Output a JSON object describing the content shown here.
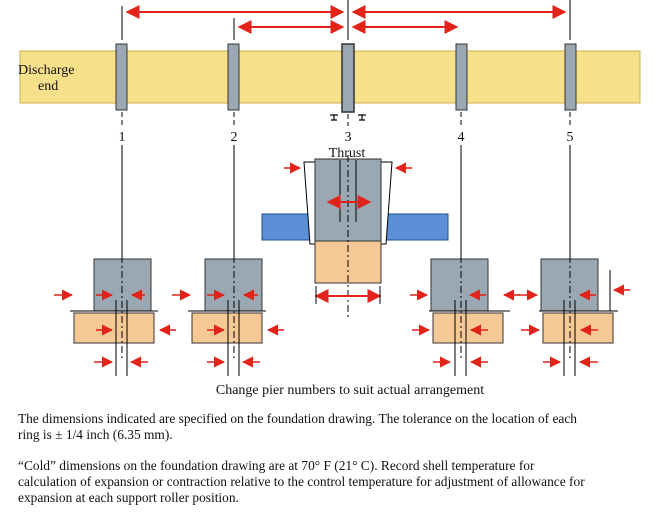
{
  "diagram": {
    "kiln_label_line1": "Discharge",
    "kiln_label_line2": "end",
    "thrust_label": "Thrust",
    "pier_numbers": [
      "1",
      "2",
      "3",
      "4",
      "5"
    ],
    "caption": "Change pier numbers to suit actual arrangement"
  },
  "notes": {
    "p1_line1": "The dimensions indicated are specified on the foundation drawing.  The tolerance on the location of each",
    "p1_line2": "ring is ± 1/4 inch  (6.35 mm).",
    "p2_line1": "“Cold” dimensions on the foundation drawing are at 70° F (21° C).  Record shell temperature for",
    "p2_line2": "calculation of expansion or contraction relative to the control temperature for adjustment of allowance for",
    "p2_line3": "expansion at each support roller position."
  },
  "colors": {
    "kiln_shell": "#f7e08a",
    "tire": "#9aa8b4",
    "base": "#f6c896",
    "thrust_plate": "#5b8fd6",
    "arrow": "#e2231a"
  }
}
